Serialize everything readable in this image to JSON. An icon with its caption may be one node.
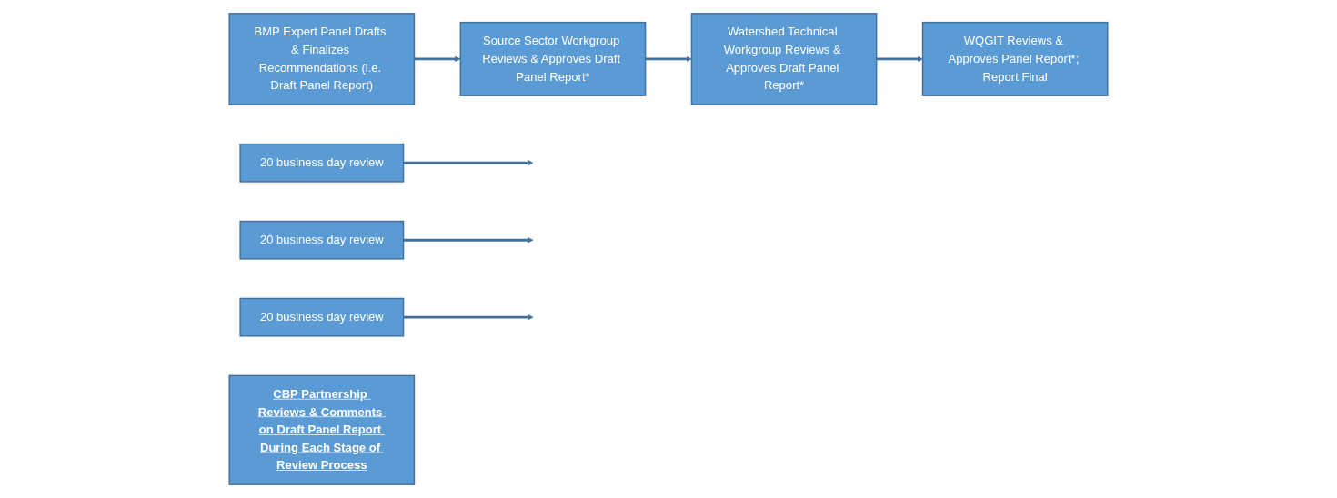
{
  "diagram": {
    "nodes": [
      {
        "text": [
          "BMP Expert Panel Drafts & Finalizes Recommendations (i.e. Draft Panel Report)"
        ]
      },
      {
        "text": [
          "Source Sector Workgroup Reviews & Approves Draft Panel Report*"
        ]
      },
      {
        "text": [
          "Watershed Technical Workgroup Reviews & Approves Draft Panel Report*"
        ]
      },
      {
        "text": [
          "WQGIT Reviews & Approves Panel Report*; Report Final"
        ]
      },
      {
        "text": [
          "20 business day review"
        ]
      },
      {
        "text": [
          "20 business day review"
        ]
      },
      {
        "text": [
          "20 business day review"
        ]
      },
      {
        "text": [
          "CBP Partnership Reviews & Comments on Draft Panel Report During Each Stage of Review Process"
        ]
      }
    ],
    "edges": [
      {
        "from": 0,
        "to": 1,
        "arrow": "to"
      },
      {
        "from": 1,
        "to": 2,
        "arrow": "to"
      },
      {
        "from": 2,
        "to": 3,
        "arrow": "to"
      },
      {
        "from": 4,
        "to": null,
        "arrow": "to"
      },
      {
        "from": 5,
        "to": null,
        "arrow": "to"
      },
      {
        "from": 6,
        "to": null,
        "arrow": "to"
      }
    ]
  }
}
